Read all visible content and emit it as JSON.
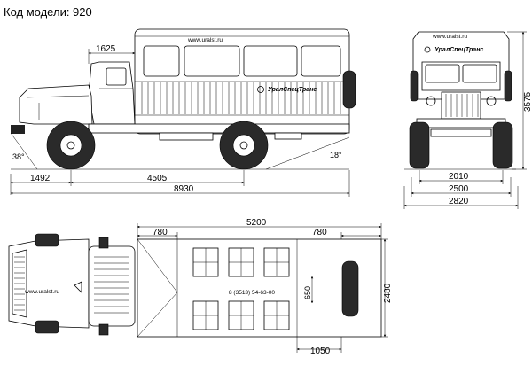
{
  "model_label": "Код модели: 920",
  "website": "www.uralst.ru",
  "brand": "УралСпецТранс",
  "phone": "8 (3513) 54-63-00",
  "dimensions": {
    "cab_offset": "1625",
    "front_overhang": "1492",
    "wheelbase": "4505",
    "overall_length": "8930",
    "height": "3575",
    "approach_angle": "38°",
    "departure_angle": "18°",
    "track_width": "2010",
    "body_width": "2500",
    "overall_width": "2820",
    "body_length": "5200",
    "left_seat_block": "780",
    "right_seat_block": "780",
    "aisle_width": "650",
    "top_width": "2480",
    "rear_section": "1050"
  }
}
